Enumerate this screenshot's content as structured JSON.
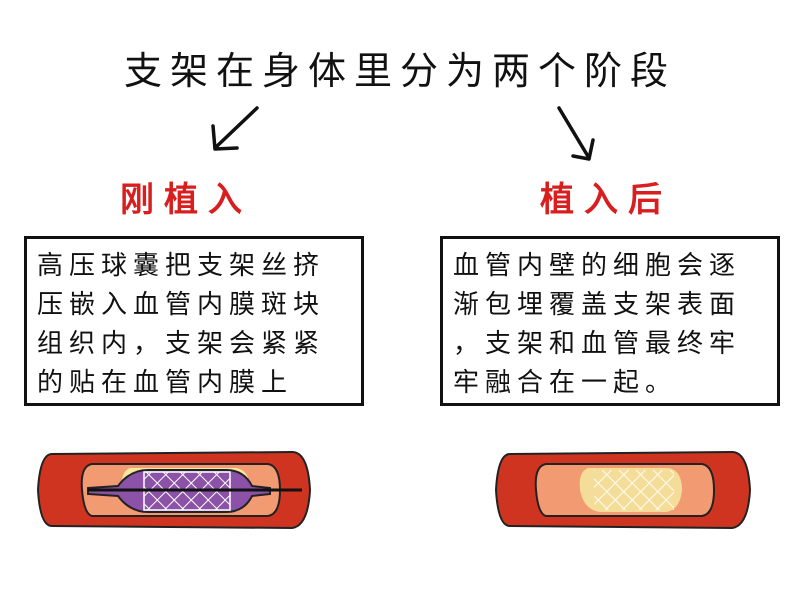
{
  "title": "支架在身体里分为两个阶段",
  "stages": [
    {
      "label": "刚植入",
      "lines": [
        "高压球囊把支架丝挤",
        "压嵌入血管内膜斑块",
        "组织内，支架会紧紧",
        "的贴在血管内膜上"
      ]
    },
    {
      "label": "植入后",
      "lines": [
        "血管内壁的细胞会逐",
        "渐包埋覆盖支架表面",
        "，支架和血管最终牢",
        "牢融合在一起。"
      ]
    }
  ],
  "colors": {
    "stage_label": "#d81e1e",
    "vessel_wall": "#cf3421",
    "lumen": "#f29a72",
    "plaque": "#f5e9a0",
    "balloon": "#8b52a8",
    "stent_mesh": "#ffffff"
  }
}
